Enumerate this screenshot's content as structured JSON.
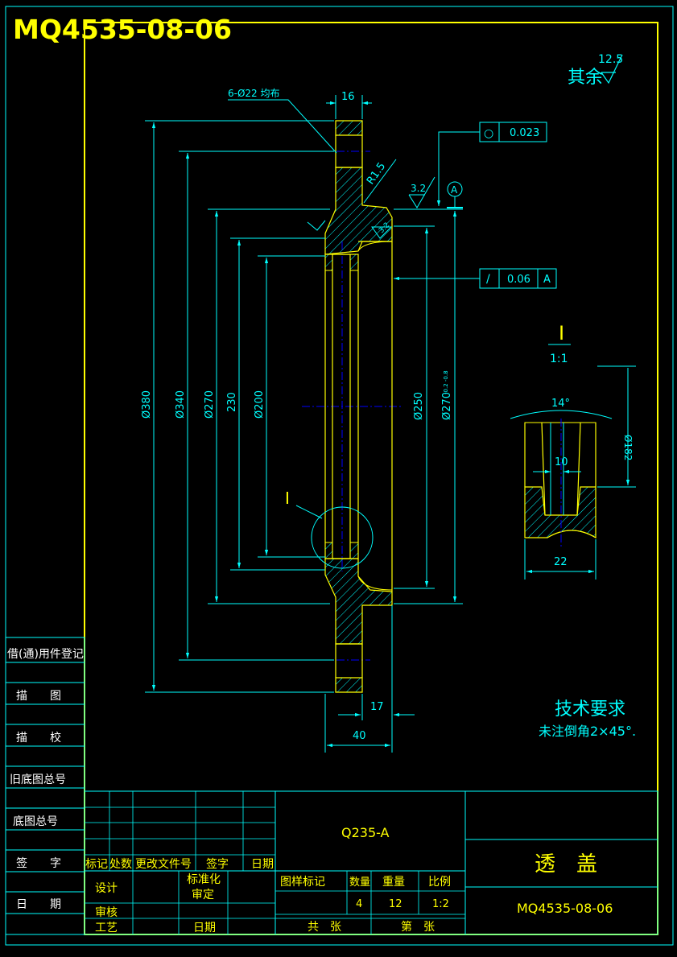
{
  "drawing": {
    "number_top": "MQ4535-08-06",
    "roughness_default": {
      "prefix": "其余",
      "value": "12.5"
    },
    "hole_note": "6-Ø22 均布",
    "flange_width": "16",
    "fillet": "R1.5",
    "roughness_face": "3.2",
    "roughness_inner": "3.2",
    "datum": "A",
    "tol_roundness": {
      "symbol": "○",
      "value": "0.023"
    },
    "tol_runout": {
      "symbol": "/",
      "value": "0.06",
      "datum": "A"
    },
    "dims_left": [
      "Ø380",
      "Ø340",
      "Ø270",
      "230",
      "Ø200"
    ],
    "dims_right": [
      "Ø250",
      "Ø270"
    ],
    "dim_right_tol": "-0.2 -0.8",
    "dim_17": "17",
    "dim_40": "40",
    "detail_label": "I",
    "detail": {
      "label": "I",
      "scale": "1:1",
      "angle": "14°",
      "dia": "Ø182",
      "w10": "10",
      "w22": "22"
    },
    "tech": {
      "title": "技术要求",
      "line": "未注倒角2×45°."
    }
  },
  "side_stamps": [
    "借(通)用件登记",
    "描　　图",
    "描　　校",
    "旧底图总号",
    "底图总号",
    "签　　字",
    "日　　期"
  ],
  "title_block": {
    "material": "Q235-A",
    "revision_headers": [
      "标记",
      "处数",
      "更改文件号",
      "签字",
      "日期"
    ],
    "design": "设计",
    "standard": "标准化",
    "review": "审核",
    "approve": "审定",
    "process": "工艺",
    "date": "日期",
    "headers": [
      "图样标记",
      "数量",
      "重量",
      "比例"
    ],
    "values": [
      "4",
      "12",
      "1:2"
    ],
    "total": "共　张",
    "sheet": "第　张",
    "part_name": "透　盖",
    "part_number": "MQ4535-08-06"
  },
  "colors": {
    "border": "#ffff00",
    "line": "#00ffff",
    "part": "#ffff00",
    "center": "#0000ff",
    "bg": "#000000"
  }
}
